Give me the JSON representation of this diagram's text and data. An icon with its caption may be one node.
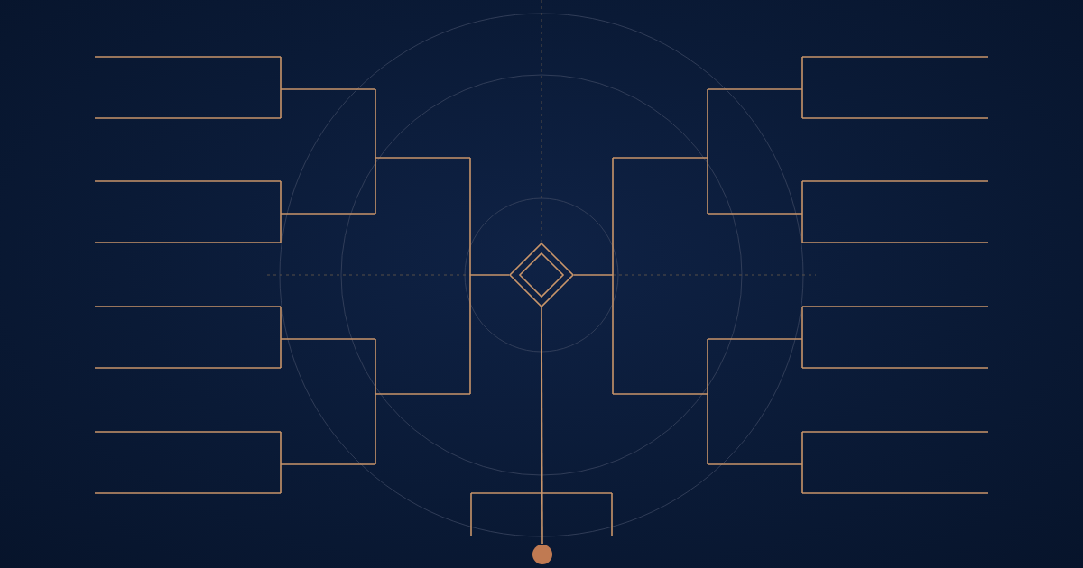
{
  "diagram": {
    "nodes": [
      {
        "text": [],
        "shape": "diamond"
      },
      {
        "text": [],
        "shape": "circle"
      }
    ],
    "edges": [
      {
        "from": 0,
        "to": 1,
        "arrow": "none"
      },
      {
        "from": null,
        "to": 0,
        "arrow": "none"
      },
      {
        "from": null,
        "to": 0,
        "arrow": "none"
      }
    ]
  }
}
